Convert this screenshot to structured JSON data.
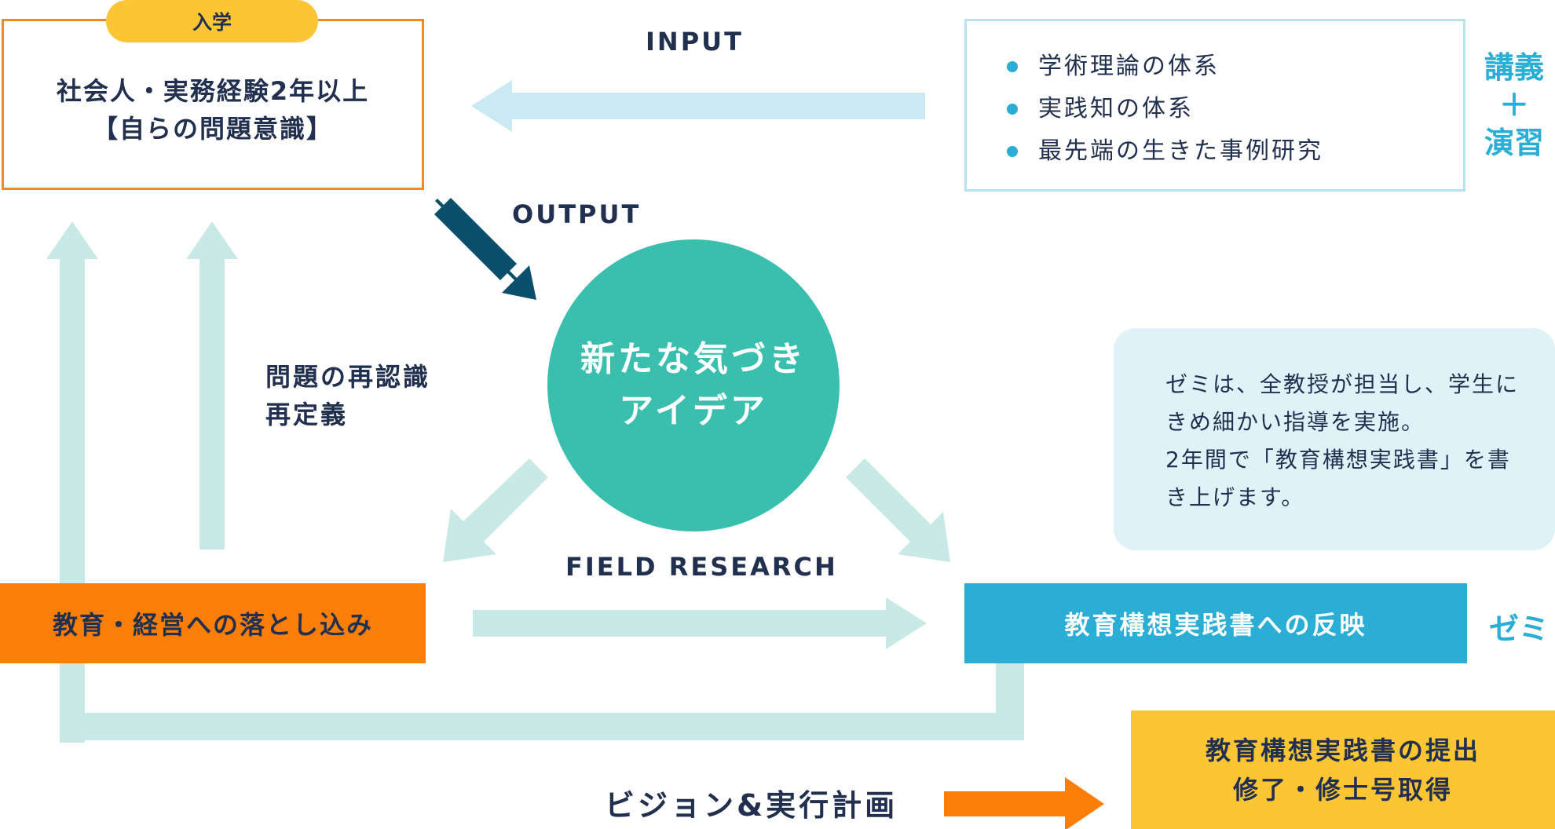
{
  "entry": {
    "badge": "入学",
    "line1": "社会人・実務経験2年以上",
    "line2": "【自らの問題意識】"
  },
  "labels": {
    "input": "INPUT",
    "output": "OUTPUT",
    "field_research": "FIELD RESEARCH",
    "rethink_line1": "問題の再認識",
    "rethink_line2": "再定義"
  },
  "input_box": {
    "items": [
      "学術理論の体系",
      "実践知の体系",
      "最先端の生きた事例研究"
    ]
  },
  "lecture_label": {
    "line1": "講義",
    "line2": "＋",
    "line3": "演習"
  },
  "circle": {
    "line1": "新たな気づき",
    "line2": "アイデア"
  },
  "seminar_note": {
    "lines": [
      "ゼミは、全教授が担当し、学生に",
      "きめ細かい指導を実施。",
      "2年間で「教育構想実践書」を書",
      "き上げます。"
    ]
  },
  "bars": {
    "education_management": "教育・経営への落とし込み",
    "reflection": "教育構想実践書への反映"
  },
  "seminar_label": "ゼミ",
  "bottom": {
    "vision": "ビジョン&実行計画",
    "final_line1": "教育構想実践書の提出",
    "final_line2": "修了・修士号取得"
  },
  "colors": {
    "orange": "#fb7e08",
    "yellow": "#fcc533",
    "teal": "#3abfae",
    "blue": "#2baed6",
    "navy": "#22304f",
    "dark_arrow": "#0b4f6c",
    "light_arrow": "#c9e9e6"
  }
}
